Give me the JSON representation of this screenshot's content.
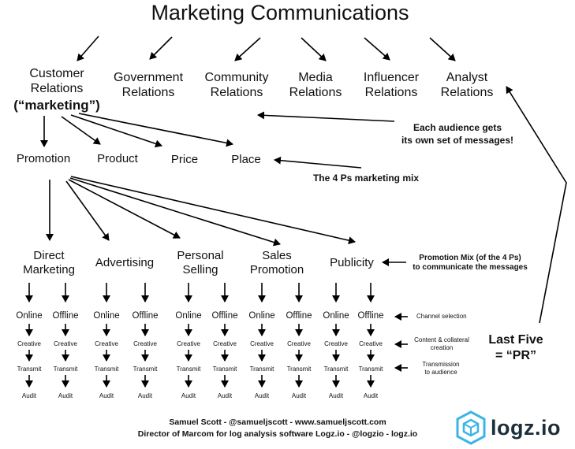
{
  "title": "Marketing Communications",
  "audiences": [
    {
      "line1": "Customer",
      "line2": "Relations"
    },
    {
      "line1": "Government",
      "line2": "Relations"
    },
    {
      "line1": "Community",
      "line2": "Relations"
    },
    {
      "line1": "Media",
      "line2": "Relations"
    },
    {
      "line1": "Influencer",
      "line2": "Relations"
    },
    {
      "line1": "Analyst",
      "line2": "Relations"
    }
  ],
  "marketing_label": "(“marketing”)",
  "audience_note": {
    "line1": "Each audience gets",
    "line2": "its own set of messages!"
  },
  "four_ps": [
    "Promotion",
    "Product",
    "Price",
    "Place"
  ],
  "four_ps_note": "The 4 Ps marketing mix",
  "promotion_mix": [
    {
      "line1": "Direct",
      "line2": "Marketing"
    },
    {
      "line1": "Advertising",
      "line2": ""
    },
    {
      "line1": "Personal",
      "line2": "Selling"
    },
    {
      "line1": "Sales",
      "line2": "Promotion"
    },
    {
      "line1": "Publicity",
      "line2": ""
    }
  ],
  "promotion_mix_note": {
    "line1": "Promotion Mix (of the 4 Ps)",
    "line2": "to communicate the messages"
  },
  "channels": {
    "online": "Online",
    "offline": "Offline"
  },
  "steps": {
    "creative": "Creative",
    "transmit": "Transmit",
    "audit": "Audit"
  },
  "side_notes": {
    "channel": "Channel selection",
    "content_line1": "Content  & collateral",
    "content_line2": "creation",
    "transmission_line1": "Transmission",
    "transmission_line2": "to audience"
  },
  "last_five": {
    "line1": "Last Five",
    "line2": "= “PR”"
  },
  "footer": {
    "line1": "Samuel Scott - @samueljscott - www.samueljscott.com",
    "line2": "Director of Marcom for log analysis software Logz.io - @logzio - logz.io"
  },
  "logo": {
    "text": "logz.io",
    "color": "#3cb4e7"
  }
}
